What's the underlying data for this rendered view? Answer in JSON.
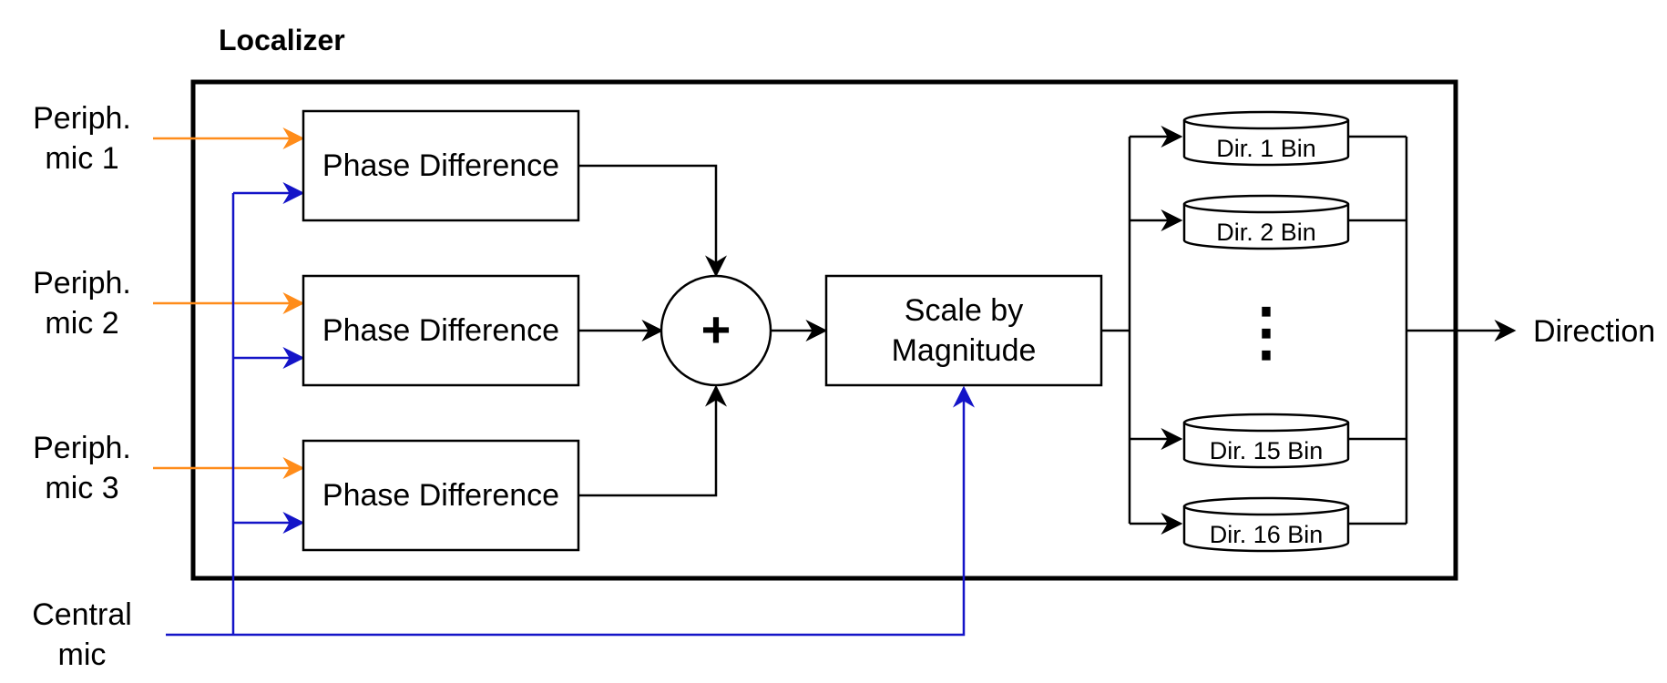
{
  "diagram": {
    "title": "Localizer",
    "inputs": [
      {
        "line1": "Periph.",
        "line2": "mic 1"
      },
      {
        "line1": "Periph.",
        "line2": "mic 2"
      },
      {
        "line1": "Periph.",
        "line2": "mic 3"
      },
      {
        "line1": "Central",
        "line2": "mic"
      }
    ],
    "phase_blocks": [
      "Phase Difference",
      "Phase Difference",
      "Phase Difference"
    ],
    "sum_symbol": "+",
    "scale_block": {
      "line1": "Scale by",
      "line2": "Magnitude"
    },
    "bins": [
      "Dir. 1 Bin",
      "Dir. 2 Bin",
      "Dir. 15 Bin",
      "Dir. 16 Bin"
    ],
    "ellipsis": "⋮",
    "output": "Direction",
    "colors": {
      "peripheral": "#ff8c1a",
      "central": "#1414c8",
      "line": "#000000"
    }
  }
}
